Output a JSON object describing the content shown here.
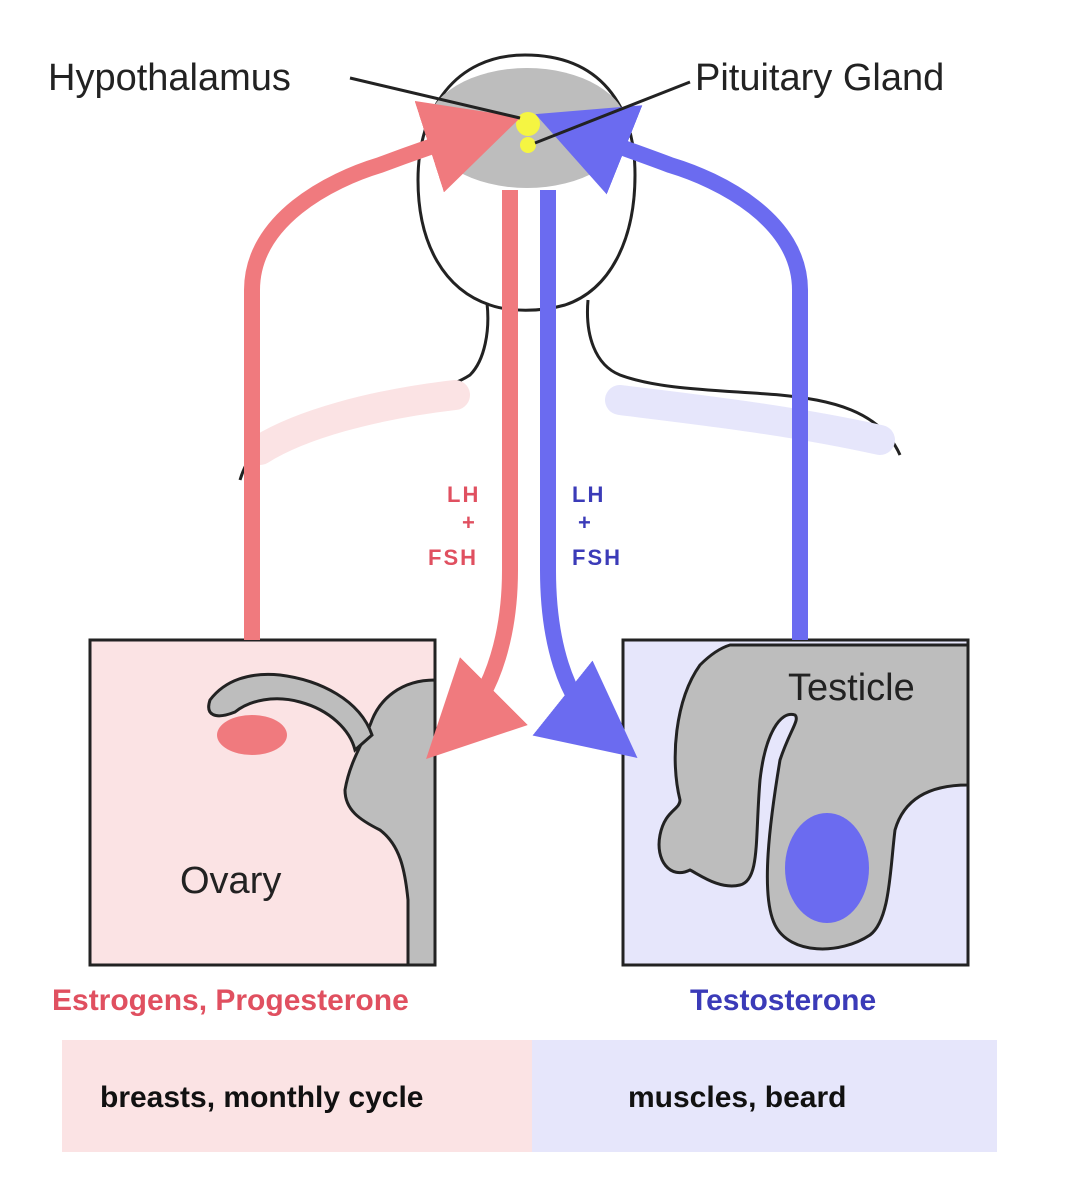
{
  "labels": {
    "hypothalamus": "Hypothalamus",
    "pituitary": "Pituitary Gland",
    "ovary": "Ovary",
    "testicle": "Testicle",
    "female_lh": "LH",
    "female_plus": "+",
    "female_fsh": "FSH",
    "male_lh": "LH",
    "male_plus": "+",
    "male_fsh": "FSH",
    "female_hormones": "Estrogens, Progesterone",
    "male_hormones": "Testosterone",
    "female_effects": "breasts, monthly cycle",
    "male_effects": "muscles, beard"
  },
  "colors": {
    "female": "#f07a7e",
    "female_text": "#e05060",
    "female_bg": "#fbe3e4",
    "male": "#6b6bf0",
    "male_text": "#3b3bb8",
    "male_bg": "#e6e6fb",
    "gland_gray": "#bdbdbd",
    "hypothalamus_dot": "#f5f542",
    "outline": "#222222"
  }
}
